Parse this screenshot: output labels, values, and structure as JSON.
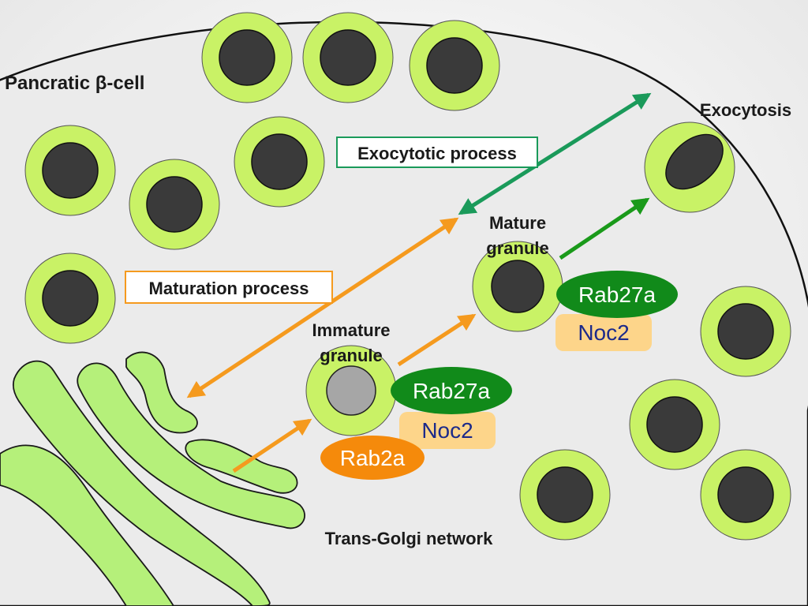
{
  "cell": {
    "label": "Pancratic β-cell"
  },
  "processes": {
    "exocytotic": "Exocytotic process",
    "maturation": "Maturation process"
  },
  "stages": {
    "exocytosis": "Exocytosis",
    "mature_line1": "Mature",
    "mature_line2": "granule",
    "immature_line1": "Immature",
    "immature_line2": "granule",
    "golgi": "Trans-Golgi network"
  },
  "proteins": {
    "rab27a_mature": "Rab27a",
    "noc2_mature": "Noc2",
    "rab27a_immature": "Rab27a",
    "noc2_immature": "Noc2",
    "rab2a": "Rab2a"
  },
  "colors": {
    "granule_halo": "#c9f266",
    "granule_core": "#3a3a3a",
    "immature_core": "#a6a6a6",
    "golgi": "#b5f07a",
    "rab27a": "#118a1a",
    "noc2": "#fdd58a",
    "noc2_text": "#1c2a8a",
    "rab2a": "#f58a0b",
    "orange_arrow": "#f59a1e",
    "green_arrow": "#1a9a5a",
    "cell_fill": "#ebebeb"
  }
}
